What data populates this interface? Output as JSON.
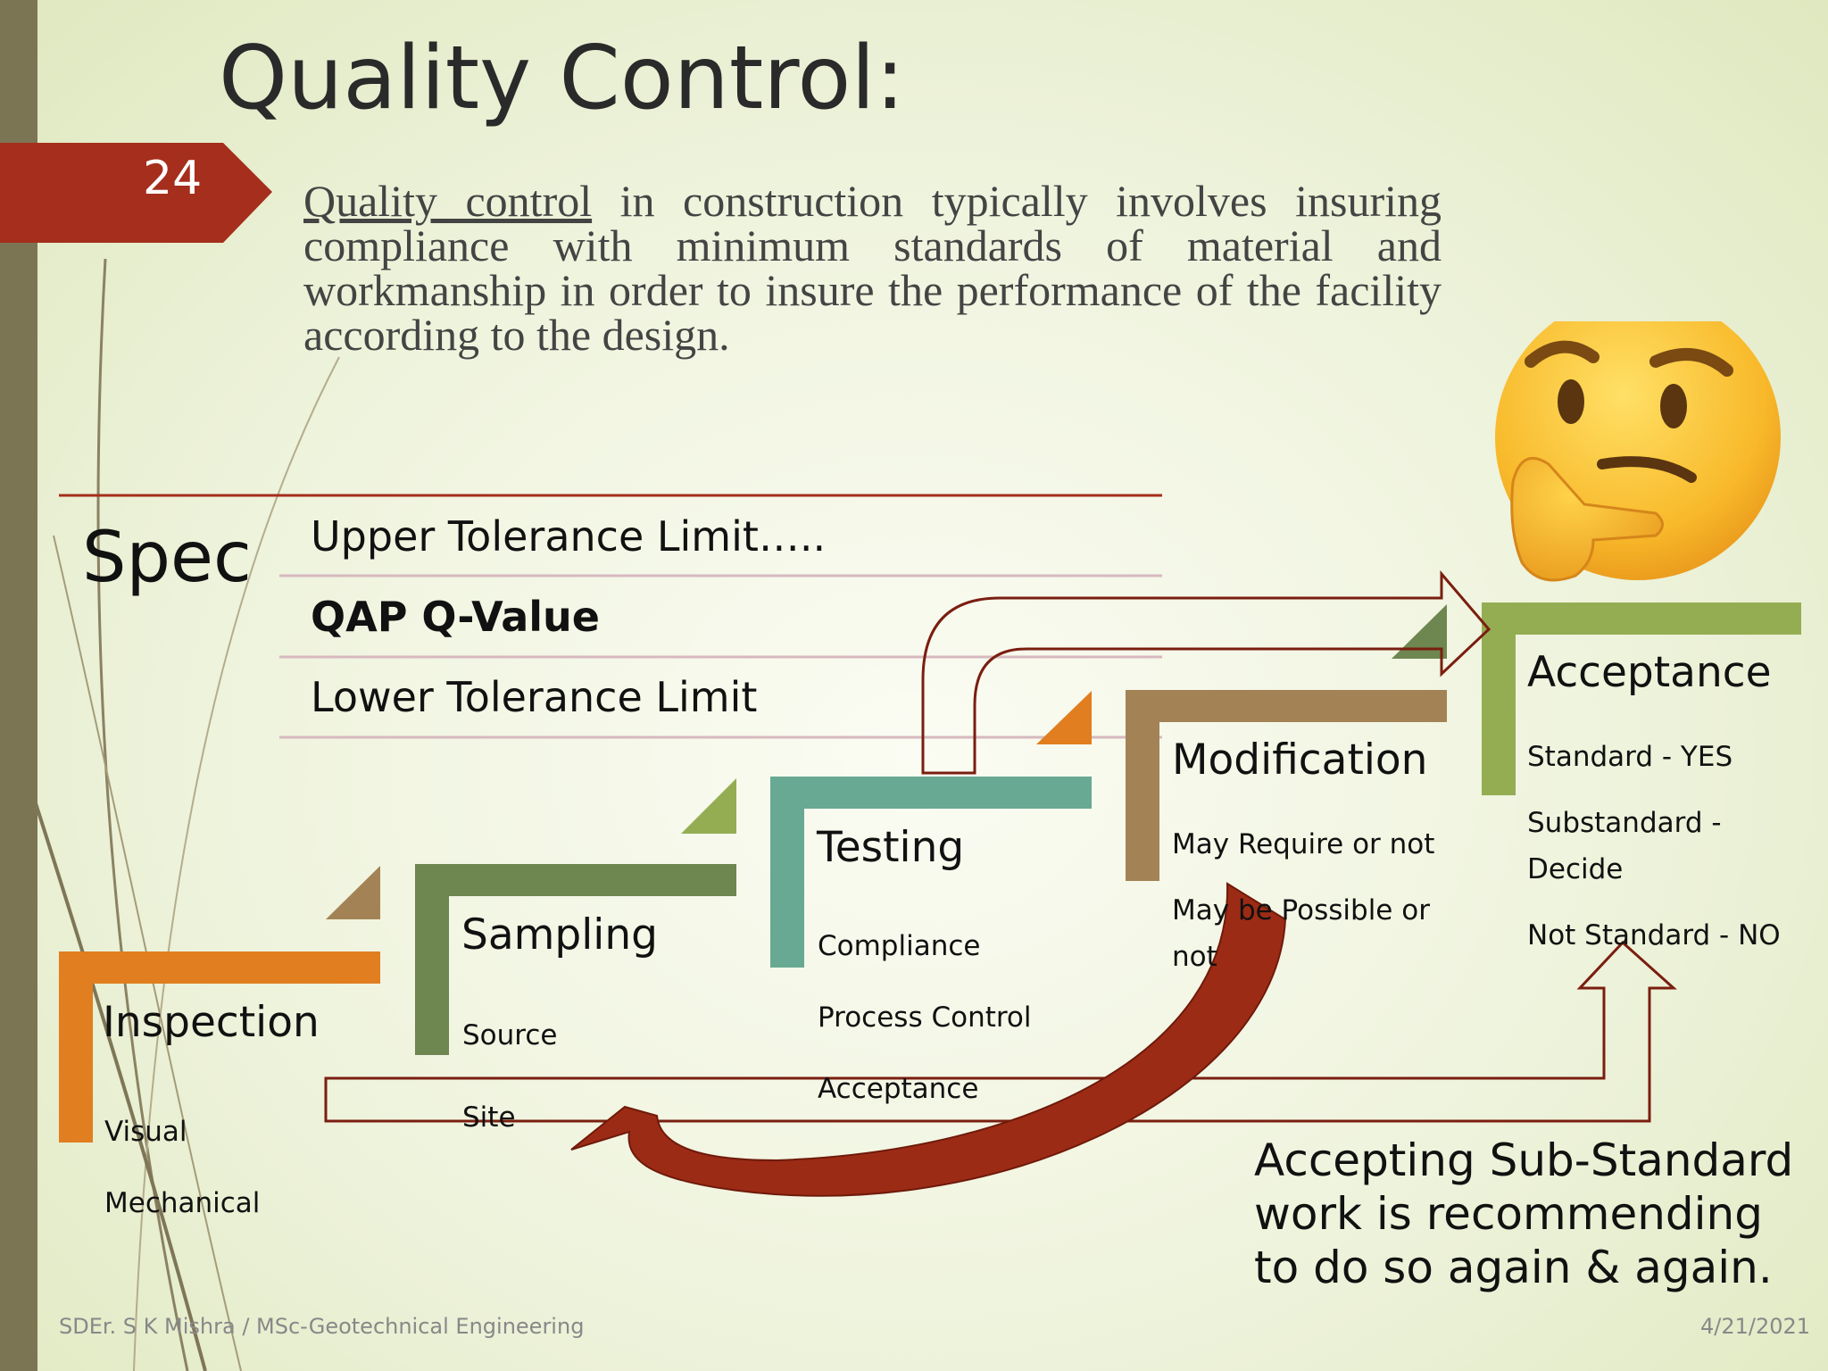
{
  "title": "Quality Control:",
  "slide_number": "24",
  "intro": {
    "term": "Quality control",
    "rest": " in construction typically involves insuring compliance with minimum standards of material and workmanship in order to insure the performance of the facility according to the design."
  },
  "spec": {
    "label": "Spec",
    "upper": "Upper Tolerance Limit…..",
    "qvalue": "QAP Q-Value",
    "lower": "Lower Tolerance Limit"
  },
  "steps": {
    "inspection": {
      "title": "Inspection",
      "items": [
        "Visual",
        "Mechanical"
      ],
      "color": "#e07e20"
    },
    "sampling": {
      "title": "Sampling",
      "items": [
        "Source",
        "Site"
      ],
      "color": "#6e8650"
    },
    "testing": {
      "title": "Testing",
      "items": [
        "Compliance",
        "Process Control",
        "Acceptance"
      ],
      "color": "#68a993"
    },
    "modification": {
      "title": "Modification",
      "items": [
        "May Require or not",
        "May be Possible or",
        "not"
      ],
      "color": "#a38355"
    },
    "acceptance": {
      "title": "Acceptance",
      "items": [
        "Standard - YES",
        "Substandard -",
        "Decide",
        "Not Standard - NO"
      ],
      "color": "#94ad53"
    }
  },
  "note": "Accepting Sub-Standard work is recommending to do so again & again.",
  "footer": {
    "author": "SDEr. S K Mishra / MSc-Geotechnical Engineering",
    "date": "4/21/2021"
  },
  "icons": [
    "thinking-face-icon",
    "curved-arrow-icon",
    "outline-arrow-icon"
  ],
  "colors": {
    "accent_red": "#a52e1c",
    "arrow_outline": "#7a1e10",
    "divider": "#d7b9bf"
  }
}
